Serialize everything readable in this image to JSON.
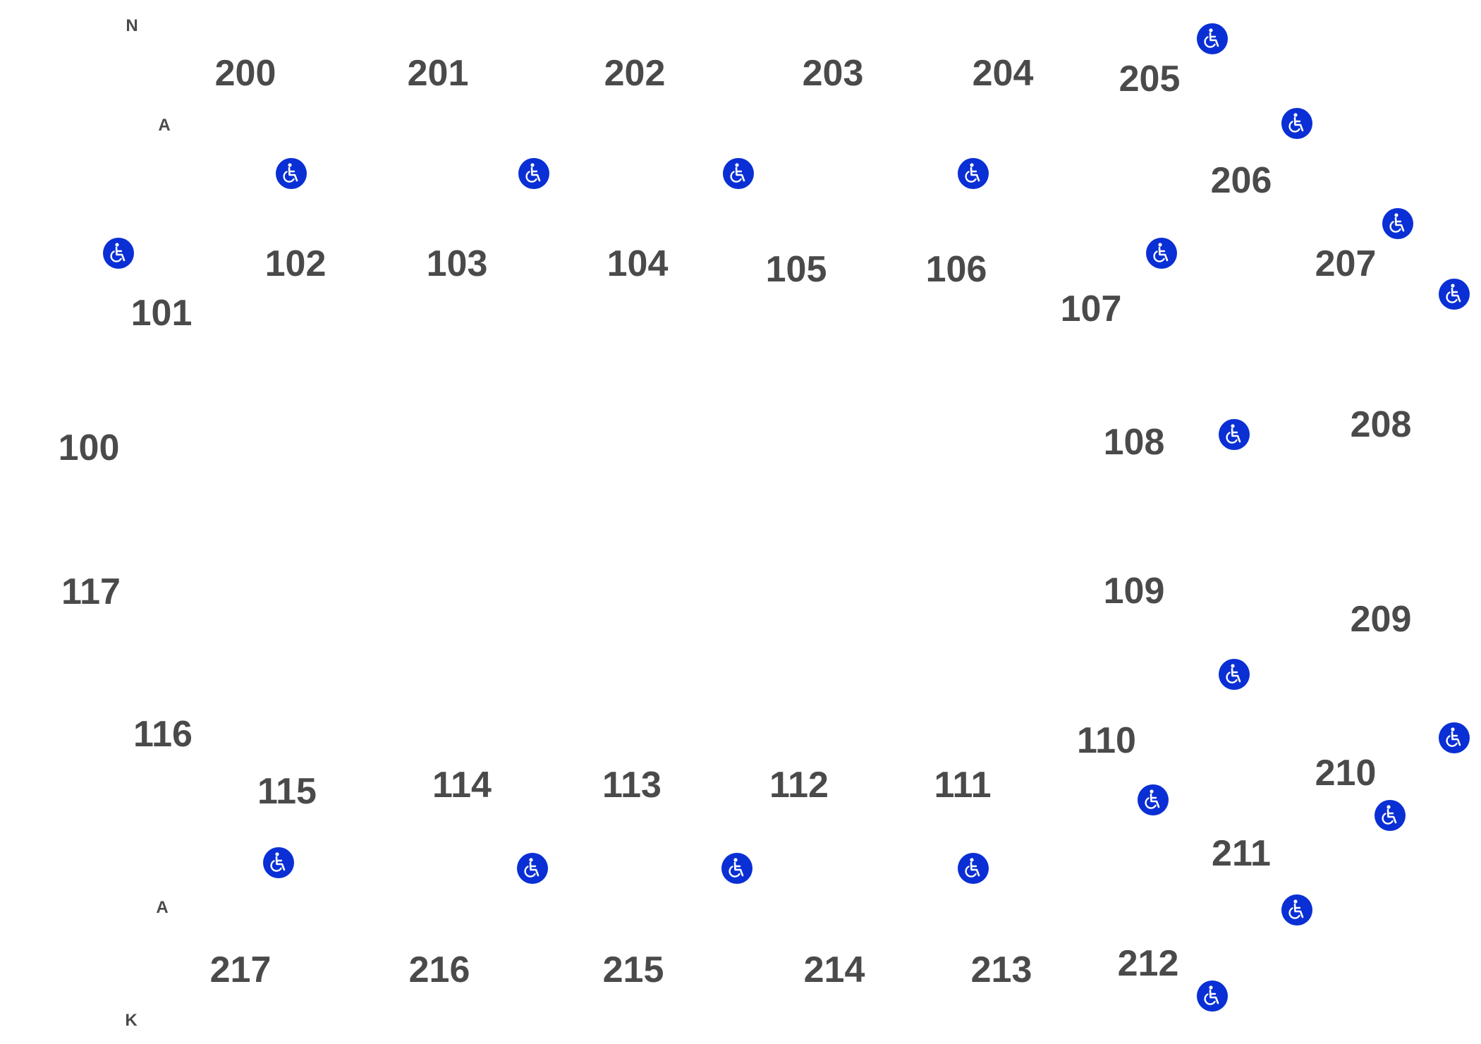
{
  "map": {
    "sections": [
      "200",
      "201",
      "202",
      "203",
      "204",
      "205",
      "206",
      "207",
      "208",
      "209",
      "210",
      "211",
      "212",
      "213",
      "214",
      "215",
      "216",
      "217",
      "100",
      "101",
      "102",
      "103",
      "104",
      "105",
      "106",
      "107",
      "108",
      "109",
      "110",
      "111",
      "112",
      "113",
      "114",
      "115",
      "116",
      "117"
    ],
    "markers": {
      "north": "N",
      "aisle_top": "A",
      "aisle_bottom": "A",
      "k": "K"
    },
    "accessible_icon": "wheelchair-accessible-icon",
    "colors": {
      "label": "#4a4a4a",
      "accessible_fill": "#0a2fd4",
      "accessible_symbol": "#ffffff",
      "background": "#ffffff"
    }
  }
}
